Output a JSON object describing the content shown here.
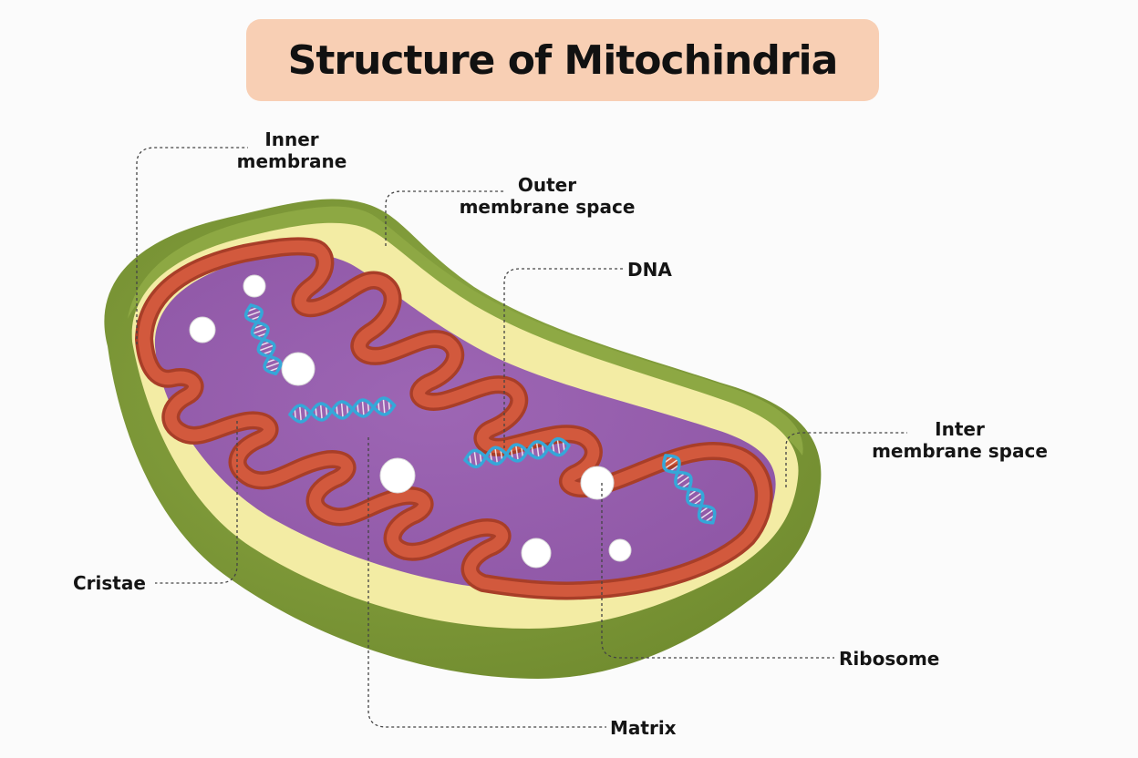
{
  "title": "Structure of Mitochindria",
  "colors": {
    "title_bg": "#f8cfb4",
    "outer_membrane": "#8faa45",
    "outer_membrane_dark": "#6f8a2e",
    "intermembrane_space": "#f3eca4",
    "inner_membrane": "#d2593d",
    "inner_membrane_dark": "#a83e28",
    "matrix": "#8e56a5",
    "dna": "#35a7d8",
    "ribosome": "#ffffff",
    "leader_line": "#444444"
  },
  "labels": {
    "inner_membrane": [
      "Inner",
      "membrane"
    ],
    "outer_membrane_space": [
      "Outer",
      "membrane space"
    ],
    "dna": [
      "DNA"
    ],
    "inter_membrane_space": [
      "Inter",
      "membrane space"
    ],
    "cristae": [
      "Cristae"
    ],
    "ribosome": [
      "Ribosome"
    ],
    "matrix": [
      "Matrix"
    ]
  }
}
